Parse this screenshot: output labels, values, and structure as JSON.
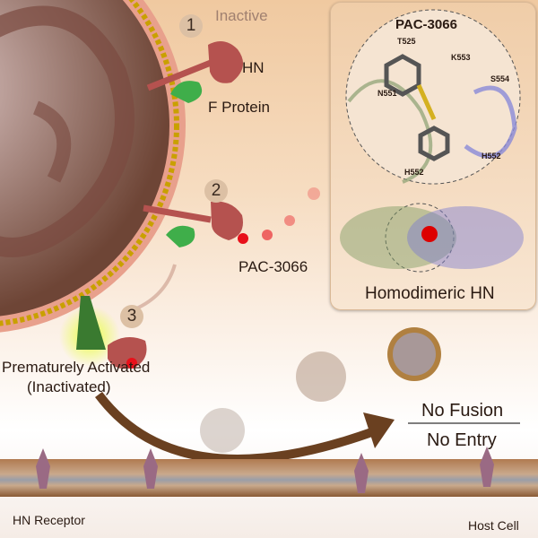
{
  "steps": {
    "one": "1",
    "two": "2",
    "three": "3"
  },
  "labels": {
    "inactive": "Inactive",
    "hn": "HN",
    "f_protein": "F Protein",
    "compound": "PAC-3066",
    "prematurely_activated": "Prematurely Activated",
    "inactivated": "(Inactivated)",
    "no_fusion": "No Fusion",
    "no_entry": "No Entry",
    "hn_receptor": "HN Receptor",
    "host_cell": "Host Cell"
  },
  "inset": {
    "title": "PAC-3066",
    "residues": [
      "T525",
      "K553",
      "S554",
      "N551",
      "H552",
      "H552"
    ],
    "caption": "Homodimeric HN"
  },
  "colors": {
    "hn": "#b5524f",
    "f_protein": "#3fae4a",
    "compound": "#e8101a",
    "membrane": "#8b5a3c"
  }
}
